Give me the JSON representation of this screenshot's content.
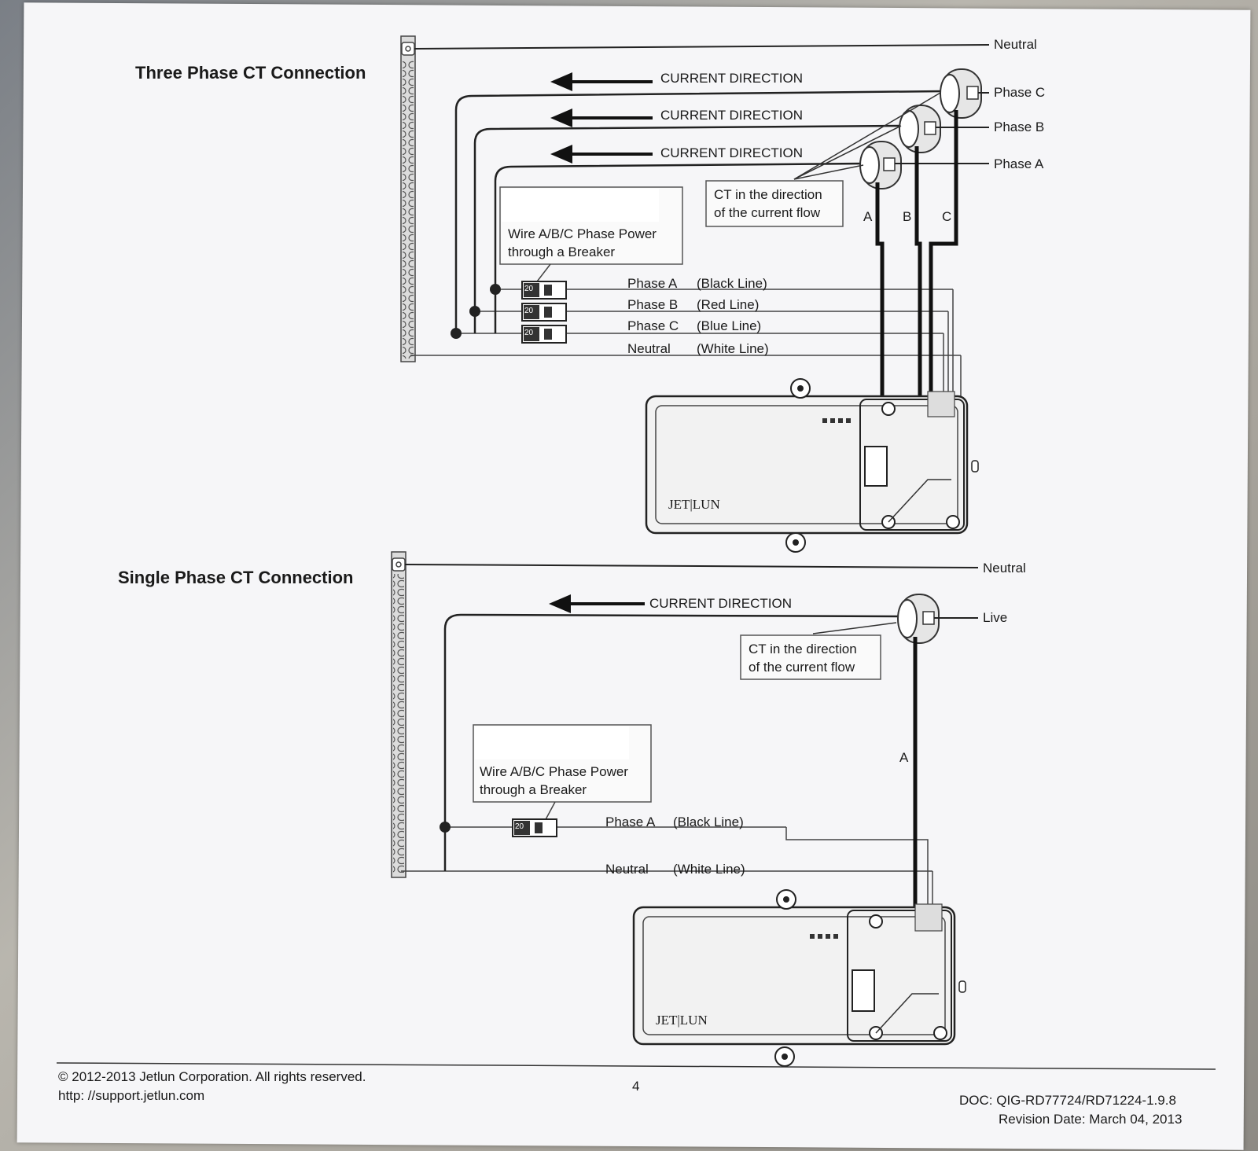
{
  "three_phase": {
    "title": "Three Phase CT Connection",
    "neutral": "Neutral",
    "phases": [
      "Phase C",
      "Phase B",
      "Phase A"
    ],
    "current_direction": "CURRENT DIRECTION",
    "ct_note": [
      "CT in the direction",
      "of the current flow"
    ],
    "breaker_note": [
      "Wire A/B/C Phase Power",
      "through a Breaker"
    ],
    "wire_letters": [
      "A",
      "B",
      "C"
    ],
    "lines": [
      {
        "phase": "Phase A",
        "color": "(Black Line)"
      },
      {
        "phase": "Phase B",
        "color": "(Red Line)"
      },
      {
        "phase": "Phase C",
        "color": "(Blue Line)"
      },
      {
        "phase": "Neutral",
        "color": "(White Line)"
      }
    ],
    "breaker_rating": "20",
    "brand": "JET|LUN"
  },
  "single_phase": {
    "title": "Single Phase CT Connection",
    "neutral": "Neutral",
    "live": "Live",
    "current_direction": "CURRENT DIRECTION",
    "ct_note": [
      "CT in the direction",
      "of the current flow"
    ],
    "breaker_note": [
      "Wire A/B/C Phase Power",
      "through a Breaker"
    ],
    "wire_letter": "A",
    "lines": [
      {
        "phase": "Phase A",
        "color": "(Black Line)"
      },
      {
        "phase": "Neutral",
        "color": "(White Line)"
      }
    ],
    "breaker_rating": "20",
    "brand": "JET|LUN"
  },
  "footer": {
    "copyright": "© 2012-2013 Jetlun Corporation. All rights reserved.",
    "url": "http: //support.jetlun.com",
    "page_number": "4",
    "doc": "DOC: QIG-RD77724/RD71224-1.9.8",
    "revision": "Revision Date: March 04, 2013"
  },
  "colors": {
    "ink": "#1a1a1a",
    "paper": "#f6f6f8"
  }
}
